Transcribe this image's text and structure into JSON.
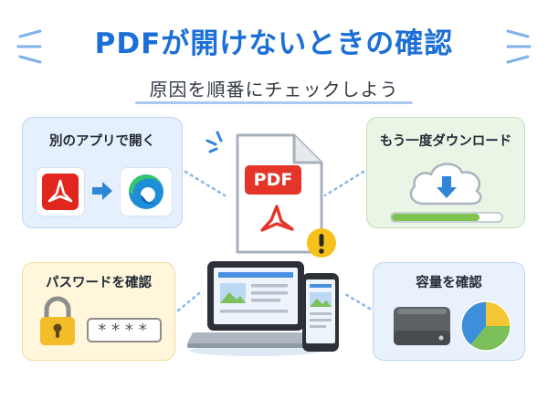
{
  "header": {
    "title": "PDFが開けないときの確認",
    "subtitle": "原因を順番にチェックしよう"
  },
  "cards": {
    "other_app": {
      "label": "別のアプリで開く"
    },
    "redownload": {
      "label": "もう一度ダウンロード",
      "download_progress": 0.8
    },
    "password": {
      "label": "パスワードを確認",
      "masked": "****"
    },
    "storage": {
      "label": "容量を確認"
    }
  },
  "center": {
    "file_badge": "PDF"
  },
  "colors": {
    "title": "#1c6fd6",
    "pdf_red": "#e53529",
    "alert_yellow": "#f6c21a",
    "progress_green": "#7ec24f"
  }
}
